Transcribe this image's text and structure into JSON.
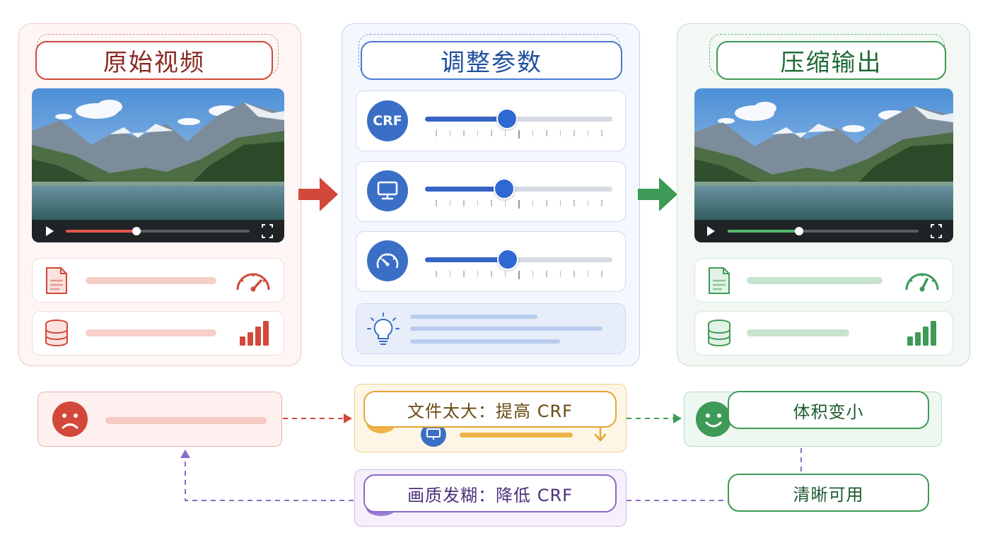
{
  "panels": {
    "original": {
      "title": "原始视频"
    },
    "params": {
      "title": "调整参数",
      "crf_label": "CRF"
    },
    "output": {
      "title": "压缩输出"
    }
  },
  "feedback": {
    "too_large": "文件太大：提高 CRF",
    "blurry": "画质发糊：降低 CRF",
    "smaller": "体积变小",
    "clear": "清晰可用"
  },
  "sliders": [
    {
      "name": "crf",
      "level": 0.45
    },
    {
      "name": "resolution",
      "level": 0.43
    },
    {
      "name": "speed",
      "level": 0.45
    }
  ],
  "playback": {
    "original_progress": 0.38,
    "output_progress": 0.37
  },
  "colors": {
    "red": "#d2483a",
    "blue": "#3b6fc6",
    "green": "#3e9a57",
    "orange": "#e8a537",
    "purple": "#8a6bc8"
  },
  "icons": {
    "arrow_1": "arrow-right-red",
    "arrow_2": "arrow-right-green",
    "file": "file-icon",
    "gauge": "gauge-icon",
    "database": "database-icon",
    "bars": "bar-chart-icon",
    "monitor": "monitor-icon",
    "bulb": "lightbulb-icon",
    "sad": "sad-face-icon",
    "happy": "happy-face-icon"
  }
}
